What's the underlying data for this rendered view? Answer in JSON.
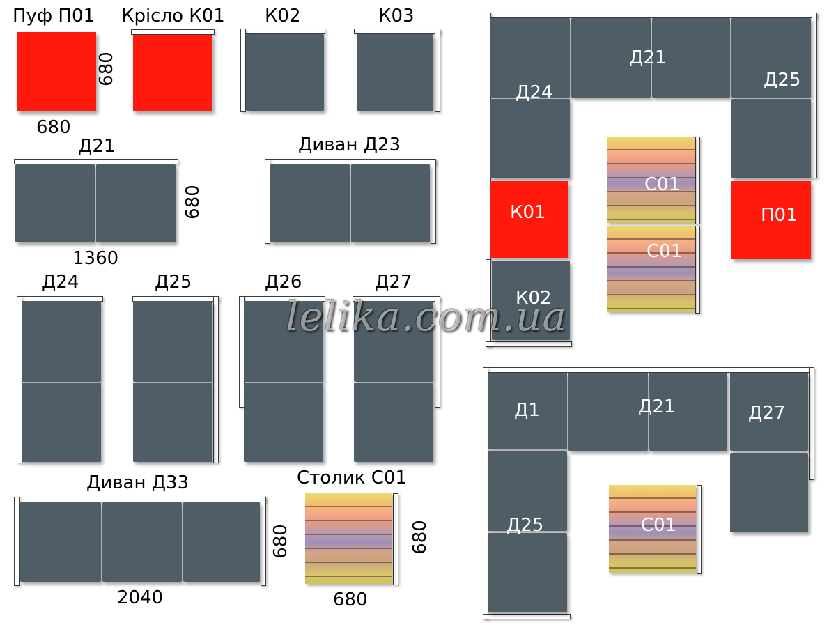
{
  "catalog": {
    "puf_p01": {
      "title": "Пуф П01",
      "width": "680",
      "depth": "680"
    },
    "chair_k01": {
      "title": "Крісло К01"
    },
    "k02": {
      "title": "К02"
    },
    "k03": {
      "title": "К03"
    },
    "d21": {
      "title": "Д21",
      "width": "1360",
      "depth": "680"
    },
    "d23": {
      "title": "Диван Д23"
    },
    "d24": {
      "title": "Д24"
    },
    "d25": {
      "title": "Д25"
    },
    "d26": {
      "title": "Д26"
    },
    "d27": {
      "title": "Д27"
    },
    "d33": {
      "title": "Диван Д33",
      "width": "2040",
      "depth": "680"
    },
    "table_c01": {
      "title": "Столик С01",
      "width": "680",
      "depth": "680"
    }
  },
  "plan_top": {
    "d24": "Д24",
    "d21": "Д21",
    "d25": "Д25",
    "k01": "К01",
    "p01": "П01",
    "k02": "К02",
    "c01_a": "С01",
    "c01_b": "С01"
  },
  "plan_bottom": {
    "d1": "Д1",
    "d21": "Д21",
    "d27": "Д27",
    "d25": "Д25",
    "c01": "С01"
  },
  "watermark": "lelika.com.ua",
  "colors": {
    "seat": "#4f5e66",
    "accent_red": "#ff1a0d",
    "frame": "#ffffff"
  }
}
